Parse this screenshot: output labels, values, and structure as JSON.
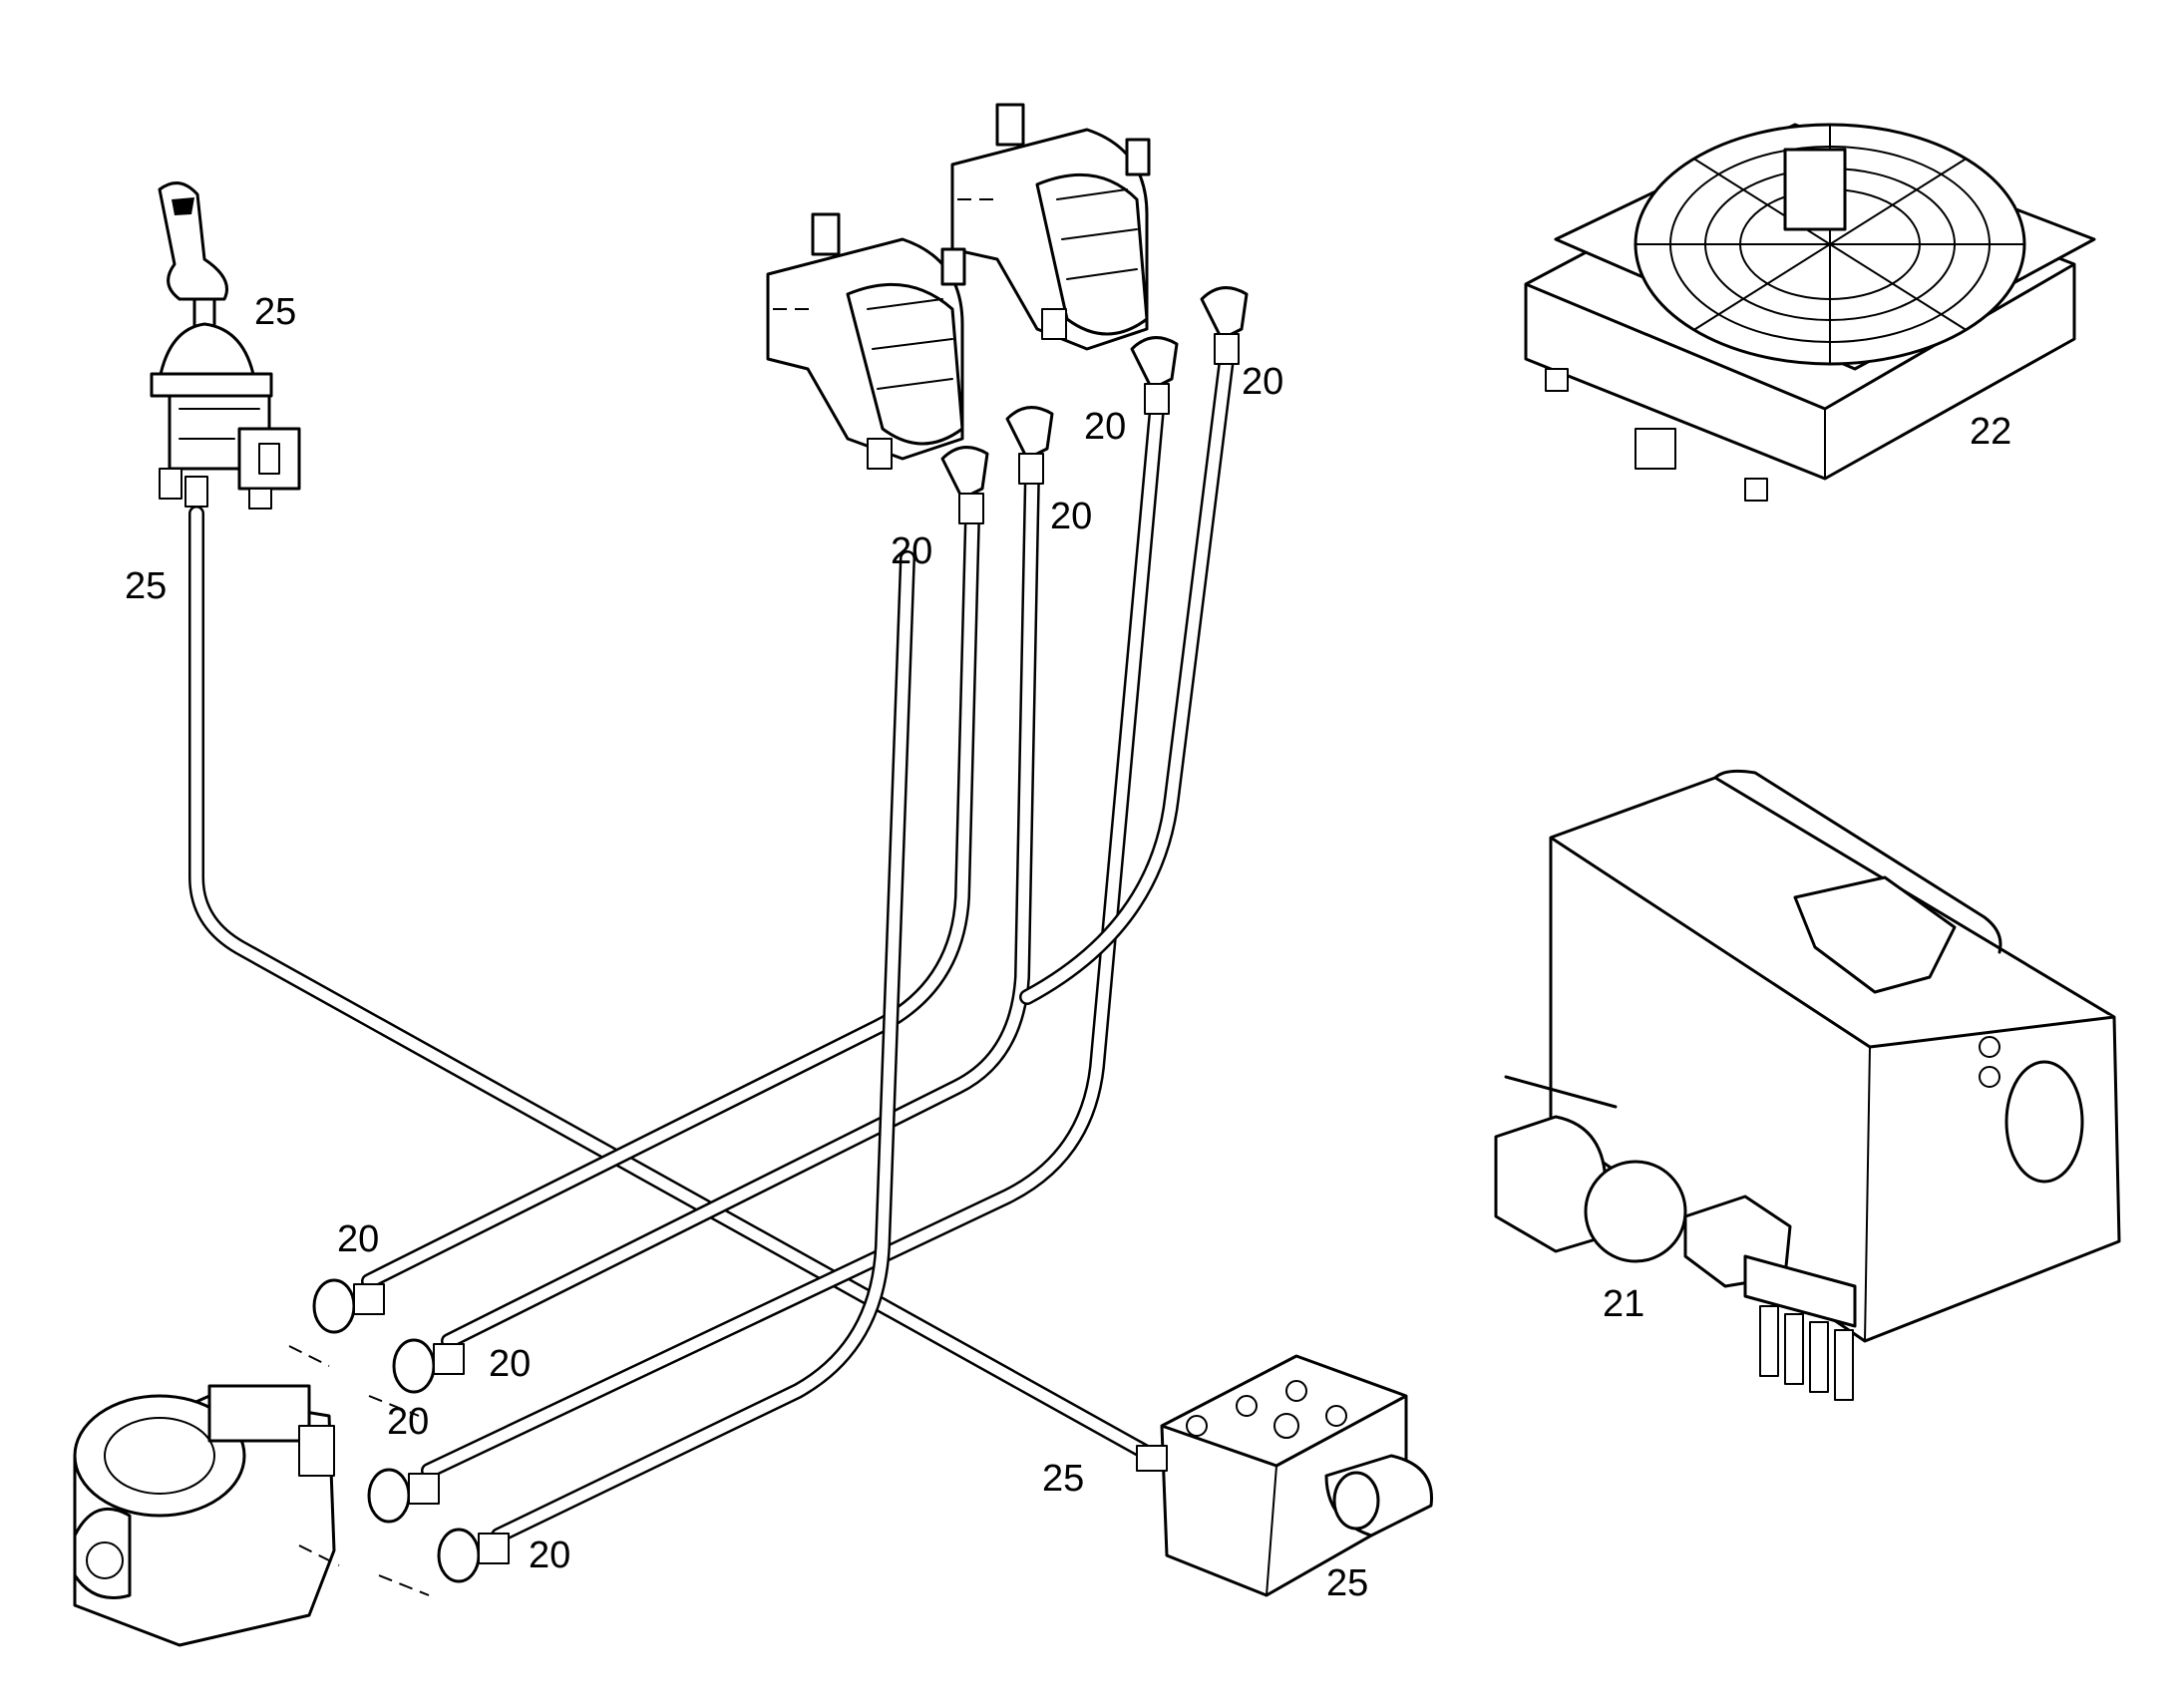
{
  "callouts": {
    "joystick_top": "25",
    "joystick_line": "25",
    "motor_hose_a": "20",
    "motor_hose_b": "20",
    "motor_hose_c": "20",
    "motor_hose_d": "20",
    "pump_hose_a": "20",
    "pump_hose_b": "20",
    "pump_hose_c": "20",
    "pump_hose_d": "20",
    "cooler": "22",
    "tank": "21",
    "valve_line": "25",
    "valve_block": "25"
  }
}
